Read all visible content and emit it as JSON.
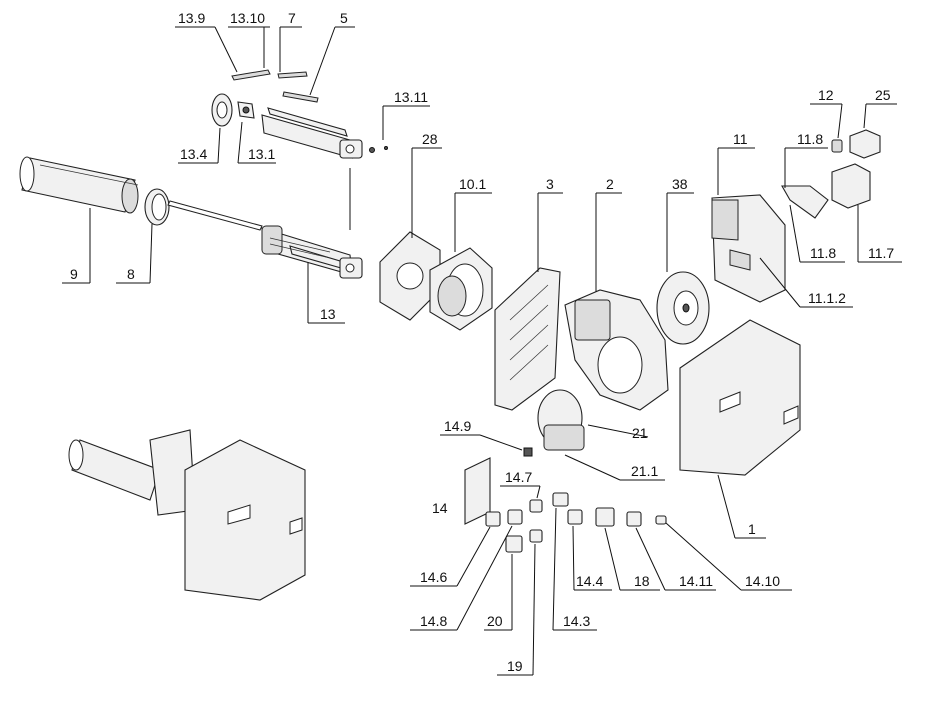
{
  "labels": {
    "l_13_9": "13.9",
    "l_13_10": "13.10",
    "l_7": "7",
    "l_5": "5",
    "l_13_11": "13.11",
    "l_13_4": "13.4",
    "l_13_1": "13.1",
    "l_28": "28",
    "l_10_1": "10.1",
    "l_3": "3",
    "l_2": "2",
    "l_38": "38",
    "l_11": "11",
    "l_11_8a": "11.8",
    "l_12": "12",
    "l_25": "25",
    "l_11_8b": "11.8",
    "l_11_7": "11.7",
    "l_11_1_2": "11.1.2",
    "l_9": "9",
    "l_8": "8",
    "l_13": "13",
    "l_14_9": "14.9",
    "l_21": "21",
    "l_21_1": "21.1",
    "l_1": "1",
    "l_14": "14",
    "l_14_7": "14.7",
    "l_14_6": "14.6",
    "l_14_8": "14.8",
    "l_20": "20",
    "l_19": "19",
    "l_14_3": "14.3",
    "l_14_4": "14.4",
    "l_18": "18",
    "l_14_11": "14.11",
    "l_14_10": "14.10"
  }
}
